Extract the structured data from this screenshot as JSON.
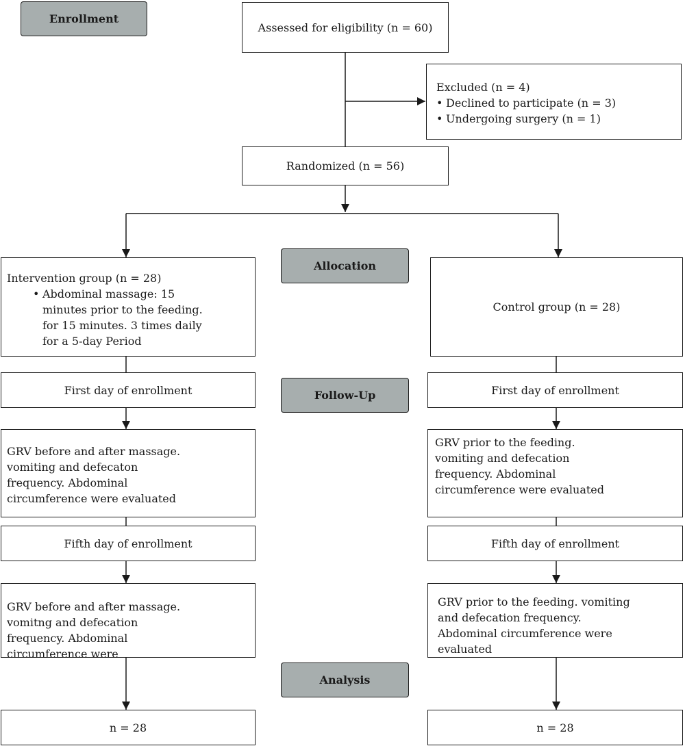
{
  "stages": {
    "enrollment": "Enrollment",
    "allocation": "Allocation",
    "follow_up": "Follow-Up",
    "analysis": "Analysis"
  },
  "assessed": "Assessed for eligibility (n = 60)",
  "excluded": {
    "title": "Excluded (n = 4)",
    "items": [
      "Declined to participate (n = 3)",
      "Undergoing surgery (n = 1)"
    ]
  },
  "randomized": "Randomized (n = 56)",
  "intervention": {
    "title": "Intervention group (n = 28)",
    "items": [
      "Abdominal massage: 15 minutes prior to the feeding. for 15 minutes. 3 times daily for a 5-day Period"
    ],
    "first_day": "First day of enrollment",
    "first_eval": "GRV before and after massage. vomiting and defecaton frequency. Abdominal circumference were evaluated",
    "fifth_day": "Fifth day of enrollment",
    "fifth_eval": "GRV before and after massage. vomitng and defecation frequency. Abdominal circumference were",
    "analysis": "n = 28"
  },
  "control": {
    "title": "Control group (n = 28)",
    "first_day": "First day of enrollment",
    "first_eval": "GRV prior to the feeding. vomiting and defecation frequency. Abdominal circumference were evaluated",
    "fifth_day": "Fifth day of enrollment",
    "fifth_eval": "GRV prior to the feeding. vomiting and defecation frequency. Abdominal circumference were evaluated",
    "analysis": "n = 28"
  }
}
